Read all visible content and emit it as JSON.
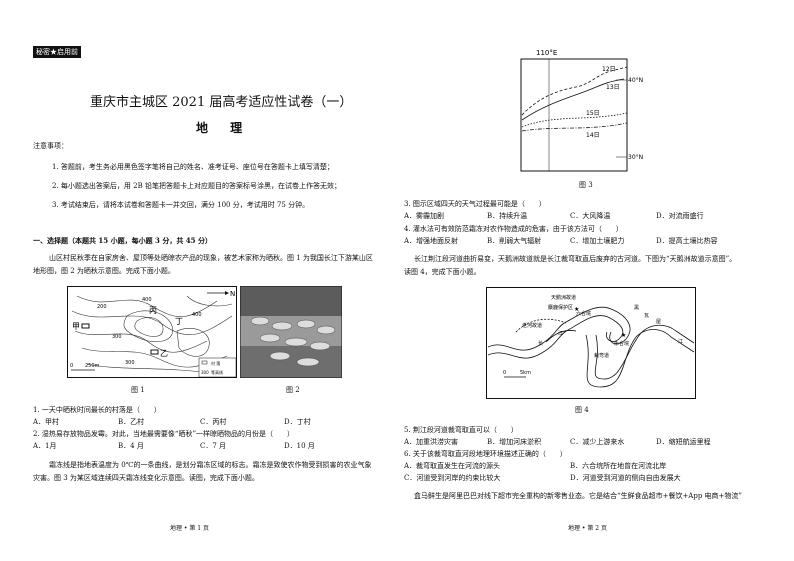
{
  "header": {
    "badge": "秘密★启用前",
    "title": "重庆市主城区 2021 届高考适应性试卷（一）",
    "subject": "地 理"
  },
  "notice": {
    "heading": "注意事项：",
    "items": [
      "1. 答题前，考生务必用黑色签字笔将自己的姓名、准考证号、座位号在答题卡上填写清楚；",
      "2. 每小题选出答案后，用 2B 铅笔把答题卡上对应题目的答案标号涂黑，在试卷上作答无效；",
      "3. 考试结束后，请将本试卷和答题卡一并交回，满分 100 分，考试用时 75 分钟。"
    ]
  },
  "section1": {
    "heading": "一、选择题（本题共 15 小题，每小题 3 分，共 45 分）",
    "intro_lines": [
      "山区村民秋季在自家房舍、屋顶等处晒晾农产品的现象，被艺术家称为晒秋。图 1 为我国长江下游某山区",
      "地形图，图 2 为晒秋示意图。完成下面小题。"
    ]
  },
  "fig1": {
    "caption": "图 1",
    "north": "N",
    "labels": {
      "jia": "甲",
      "yi": "乙",
      "bing": "丙",
      "ding": "丁"
    },
    "contours": [
      "200",
      "300",
      "400",
      "400",
      "300"
    ],
    "scale": [
      "0",
      "250m"
    ],
    "legend": [
      "村 落",
      "等高线"
    ],
    "legend_num": "300"
  },
  "fig2": {
    "caption": "图 2"
  },
  "q1": {
    "stem": "1. 一天中晒秋时间最长的村落是（　　）",
    "options": [
      "A．甲村",
      "B．乙村",
      "C．丙村",
      "D．丁村"
    ]
  },
  "q2": {
    "stem": "2. 湿热易存放物品发霉。对此，当地最需要像“晒秋”一样晾晒物品的月份是（　　）",
    "options": [
      "A．1月",
      "B．4 月",
      "C．7 月",
      "D．10 月"
    ]
  },
  "frost": {
    "lines": [
      "霜冻线是指地表温度为 0℃的一条曲线，是划分霜冻区域的标志。霜冻是致使农作物受到损害的农业气象",
      "灾害。图 3 为某区域连续四天霜冻线变化示意图。读图，完成下面小题。"
    ]
  },
  "footer_left": "地理 • 第 1 页",
  "footer_right": "地理 • 第 2 页",
  "fig3": {
    "caption": "图 3",
    "lon": "110°E",
    "lat_top": "40°N",
    "lat_bottom": "30°N",
    "days": [
      "12日",
      "13日",
      "15日",
      "14日"
    ]
  },
  "q3": {
    "stem": "3. 图示区域四天的天气过程最可能是（　　）",
    "options": [
      "A．雾霾加剧",
      "B．持续升温",
      "C．大风降温",
      "D．对流雨盛行"
    ]
  },
  "q4": {
    "stem": "4. 灌水法可有效防范霜冻对农作物造成的危害，由于该方法可（　　）",
    "options": [
      "A．增强地面反射",
      "B．削弱大气辐射",
      "C．增加土壤肥力",
      "D．提高土壤比热容"
    ]
  },
  "river": {
    "lines": [
      "长江荆江段河道曲折易变，天鹅洲故道就是长江裁弯取直后废弃的古河道。下图为“天鹅洲故道示意图”。",
      "读图 4，完成下面小题。"
    ]
  },
  "fig4": {
    "caption": "图 4",
    "title_label": "天鹅洲故道",
    "labels": [
      "麋鹿保护区",
      "六合垸",
      "老河故道",
      "长",
      "江",
      "黑",
      "瓦",
      "屋",
      "永合垸",
      "裁弯道",
      "江"
    ],
    "scale": [
      "0",
      "5km"
    ]
  },
  "q5": {
    "stem": "5. 荆江段河道裁弯取直可以（　　）",
    "options": [
      "A．加重洪涝灾害",
      "B．增加河床淤积",
      "C．减少上游来水",
      "D．缩短航运里程"
    ]
  },
  "q6": {
    "stem": "6. 关于该裁弯取直河段地理环境描述正确的（　　）",
    "options": [
      "A．裁弯取直发生在河流的源头",
      "B．六合垸所在地曾在河流北岸",
      "C．河道受到河岸的约束比较大",
      "D．河道受到河道的侧向自由发展大"
    ]
  },
  "hema": {
    "line": "盒马鲜生是阿里巴巴对线下超市完全重构的新零售业态。它是结合“生鲜食品超市+餐饮+App 电商+物流”"
  }
}
